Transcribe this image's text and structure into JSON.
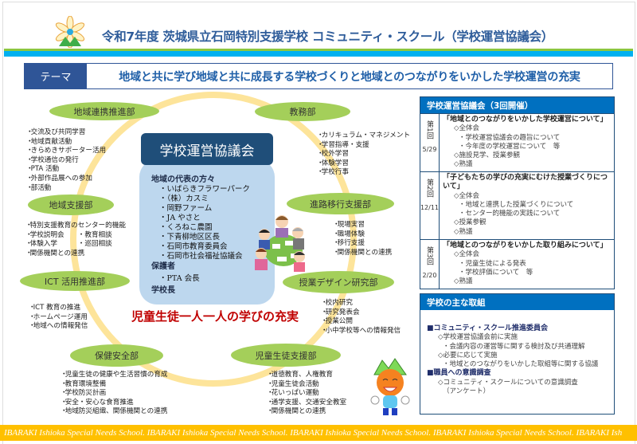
{
  "header": {
    "title": "令和7年度  茨城県立石岡特別支援学校  コミュニティ・スクール（学校運営協議会）"
  },
  "theme": {
    "label": "テーマ",
    "text": "地域と共に学び地域と共に成長する学校づくりと地域とのつながりをいかした学校運営の充実"
  },
  "departments": [
    {
      "name": "地域連携推進部",
      "items": [
        "交流及び共同学習",
        "地域貢献活動",
        "きらめきサポーター活用",
        "学校通信の発行",
        "PTA 活動",
        "外部作品展への参加",
        "部活動"
      ]
    },
    {
      "name": "教務部",
      "items": [
        "カリキュラム・マネジメント",
        "学習指導・支援",
        "校外学習",
        "体験学習",
        "学校行事"
      ]
    },
    {
      "name": "地域支援部",
      "items": [
        "特別支援教育のセンター的機能",
        "学校説明会　　・教育相談",
        "体験入学　　　・巡回相談",
        "関係機関との連携"
      ]
    },
    {
      "name": "進路移行支援部",
      "items": [
        "現場実習",
        "職場体験",
        "移行支援",
        "関係機関との連携"
      ]
    },
    {
      "name": "ICT 活用推進部",
      "items": [
        "ICT 教育の推進",
        "ホームページ運用",
        "地域への情報発信"
      ]
    },
    {
      "name": "授業デザイン研究部",
      "items": [
        "校内研究",
        "研究発表会",
        "授業公開",
        "小中学校等への情報発信"
      ]
    },
    {
      "name": "保健安全部",
      "items": [
        "児童生徒の健康や生活習慣の育成",
        "教育環境整備",
        "学校防災計画",
        "安全・安心な食育推進",
        "地域防災組織、関係機関との連携"
      ]
    },
    {
      "name": "児童生徒支援部",
      "items": [
        "道徳教育、人権教育",
        "児童生徒会活動",
        "花いっぱい運動",
        "通学支援、交通安全教室",
        "関係機関との連携"
      ]
    }
  ],
  "council": {
    "title": "学校運営協議会",
    "community_heading": "地域の代表の方々",
    "community_members": [
      "いばらきフラワーパーク",
      "（株）カスミ",
      "岡野ファーム",
      "JA やさと",
      "くろねこ農園",
      "下青柳地区区長",
      "石岡市教育委員会",
      "石岡市社会福祉協議会"
    ],
    "parents_heading": "保護者",
    "parents_members": [
      "PTA 会長"
    ],
    "principal": "学校長"
  },
  "slogan": "児童生徒一人一人の学びの充実",
  "meetings": {
    "title": "学校運営協議会（3回開催）",
    "rows": [
      {
        "label": "第1回",
        "date": "5/29",
        "topic": "「地域とのつながりをいかした学校運営について」",
        "lines": [
          [
            "◇全体会",
            1
          ],
          [
            "・学校運営協議会の趣旨について",
            2
          ],
          [
            "・今年度の学校運営について　等",
            2
          ],
          [
            "◇施設見学、授業参観",
            1
          ],
          [
            "◇熟議",
            1
          ]
        ]
      },
      {
        "label": "第2回",
        "date": "12/11",
        "topic": "「子どもたちの学びの充実にむけた授業づくりについて」",
        "lines": [
          [
            "◇全体会",
            1
          ],
          [
            "・地域と連携した授業づくりについて",
            2
          ],
          [
            "・センター的機能の実践について",
            2
          ],
          [
            "◇授業参観",
            1
          ],
          [
            "◇熟議",
            1
          ]
        ]
      },
      {
        "label": "第3回",
        "date": "2/20",
        "topic": "「地域とのつながりをいかした取り組みについて」",
        "lines": [
          [
            "◇全体会",
            1
          ],
          [
            "・児童生徒による発表",
            2
          ],
          [
            "・学校評価について　等",
            2
          ],
          [
            "◇熟議",
            1
          ]
        ]
      }
    ]
  },
  "initiatives": {
    "title": "学校の主な取組",
    "lines": [
      [
        "■コミュニティ・スクール推進委員会",
        "t"
      ],
      [
        "◇学校運営協議会前に実施",
        1
      ],
      [
        "・会議内容の運営等に関する検討及び共通理解",
        2
      ],
      [
        "◇必要に応じて実施",
        1
      ],
      [
        "・地域とのつながりをいかした取組等に関する協議",
        2
      ],
      [
        "■職員への意識調査",
        "t"
      ],
      [
        "◇コミュニティ・スクールについての意識調査",
        1
      ],
      [
        "（アンケート）",
        2
      ]
    ]
  },
  "footer": {
    "text": "IBARAKI   Ishioka Special Needs School. IBARAKI   Ishioka Special Needs School. IBARAKI   Ishioka Special Needs School. IBARAKI   Ishioka Special Needs School. IBARAKI   Ish"
  },
  "colors": {
    "accent": "#0070c0",
    "navy": "#1f4e79",
    "green": "#a4cf5a",
    "ring": "#fde49a",
    "footer": "#ffc000",
    "slogan": "#c00000"
  }
}
